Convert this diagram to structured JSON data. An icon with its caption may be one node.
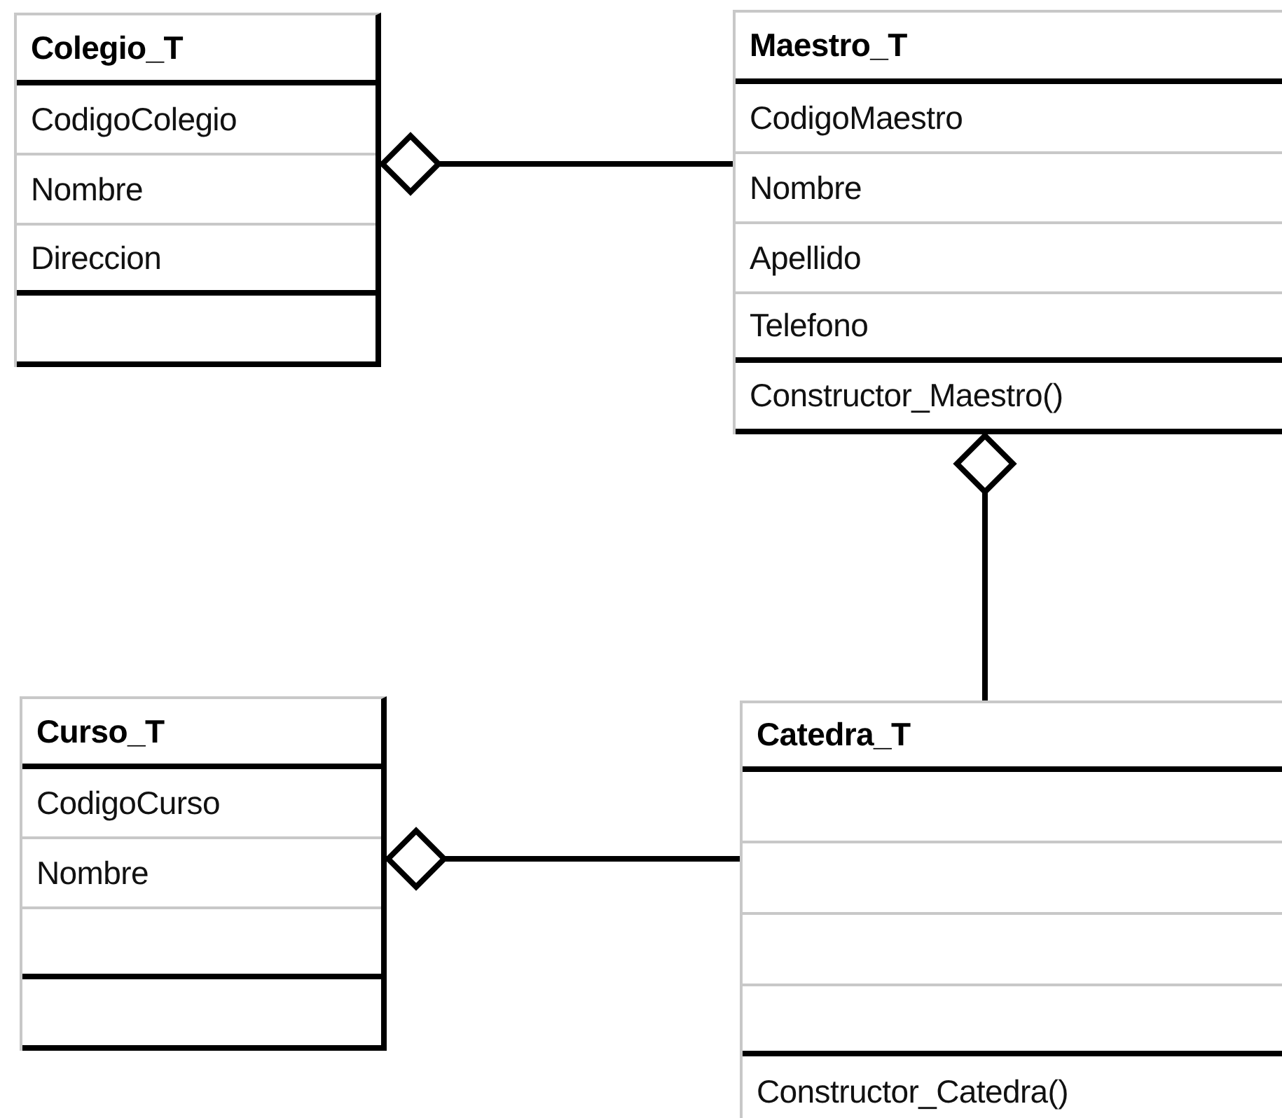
{
  "diagram": {
    "nodes": [
      {
        "text": [
          "Colegio_T",
          "CodigoColegio",
          "Nombre",
          "Direccion"
        ]
      },
      {
        "text": [
          "Maestro_T",
          "CodigoMaestro",
          "Nombre",
          "Apellido",
          "Telefono",
          "Constructor_Maestro()"
        ]
      },
      {
        "text": [
          "Curso_T",
          "CodigoCurso",
          "Nombre"
        ]
      },
      {
        "text": [
          "Catedra_T",
          "Constructor_Catedra()"
        ]
      }
    ],
    "edges": [
      {
        "from": 0,
        "to": 1,
        "arrow": "other"
      },
      {
        "from": 1,
        "to": 3,
        "arrow": "other"
      },
      {
        "from": 2,
        "to": 3,
        "arrow": "other"
      }
    ]
  }
}
